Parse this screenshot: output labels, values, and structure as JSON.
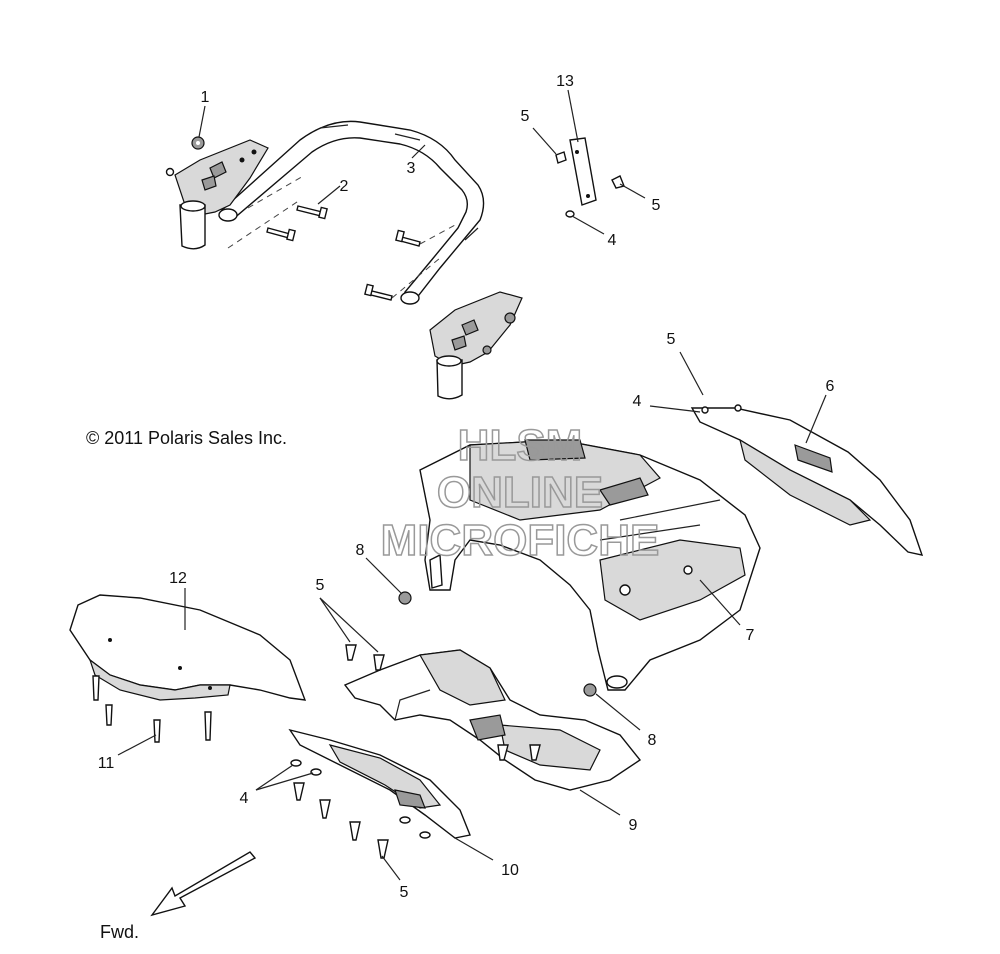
{
  "copyright": "© 2011 Polaris Sales Inc.",
  "watermark": {
    "line1": "HLSM",
    "line2": "ONLINE",
    "line3": "MICROFICHE"
  },
  "direction_label": "Fwd.",
  "callouts": [
    {
      "id": "c1",
      "label": "1"
    },
    {
      "id": "c2",
      "label": "2"
    },
    {
      "id": "c3",
      "label": "3"
    },
    {
      "id": "c4a",
      "label": "4"
    },
    {
      "id": "c4b",
      "label": "4"
    },
    {
      "id": "c4c",
      "label": "4"
    },
    {
      "id": "c5a",
      "label": "5"
    },
    {
      "id": "c5b",
      "label": "5"
    },
    {
      "id": "c5c",
      "label": "5"
    },
    {
      "id": "c5d",
      "label": "5"
    },
    {
      "id": "c5e",
      "label": "5"
    },
    {
      "id": "c6",
      "label": "6"
    },
    {
      "id": "c7",
      "label": "7"
    },
    {
      "id": "c8a",
      "label": "8"
    },
    {
      "id": "c8b",
      "label": "8"
    },
    {
      "id": "c9",
      "label": "9"
    },
    {
      "id": "c10",
      "label": "10"
    },
    {
      "id": "c11",
      "label": "11"
    },
    {
      "id": "c12",
      "label": "12"
    },
    {
      "id": "c13",
      "label": "13"
    }
  ]
}
